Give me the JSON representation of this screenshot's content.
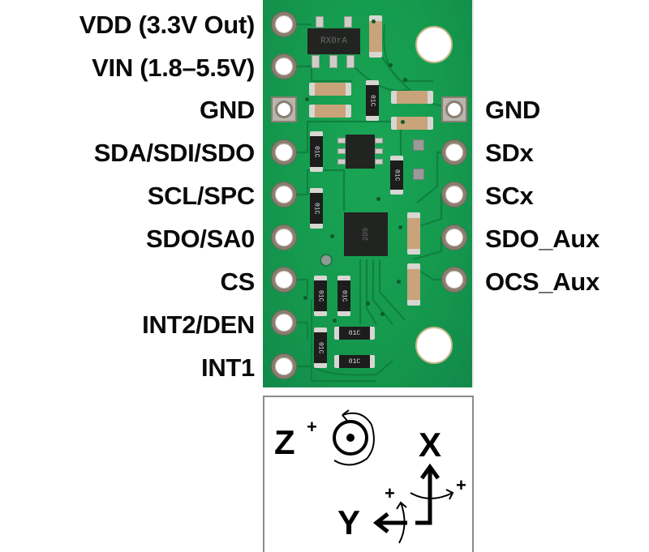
{
  "left_pins": [
    {
      "label": "VDD (3.3V Out)",
      "shape": "round"
    },
    {
      "label": "VIN (1.8–5.5V)",
      "shape": "round"
    },
    {
      "label": "GND",
      "shape": "square"
    },
    {
      "label": "SDA/SDI/SDO",
      "shape": "round"
    },
    {
      "label": "SCL/SPC",
      "shape": "round"
    },
    {
      "label": "SDO/SA0",
      "shape": "round"
    },
    {
      "label": "CS",
      "shape": "round"
    },
    {
      "label": "INT2/DEN",
      "shape": "round"
    },
    {
      "label": "INT1",
      "shape": "round"
    }
  ],
  "right_pins": [
    {
      "label": "GND",
      "shape": "square"
    },
    {
      "label": "SDx",
      "shape": "round"
    },
    {
      "label": "SCx",
      "shape": "round"
    },
    {
      "label": "SDO_Aux",
      "shape": "round"
    },
    {
      "label": "OCS_Aux",
      "shape": "round"
    }
  ],
  "board": {
    "color": "#159a4e",
    "regulator_marking": "RX0rA",
    "resistor_marking": "01C",
    "sensor_marking": "2D9"
  },
  "orientation": {
    "z_label": "Z",
    "x_label": "X",
    "y_label": "Y",
    "plus": "+"
  }
}
